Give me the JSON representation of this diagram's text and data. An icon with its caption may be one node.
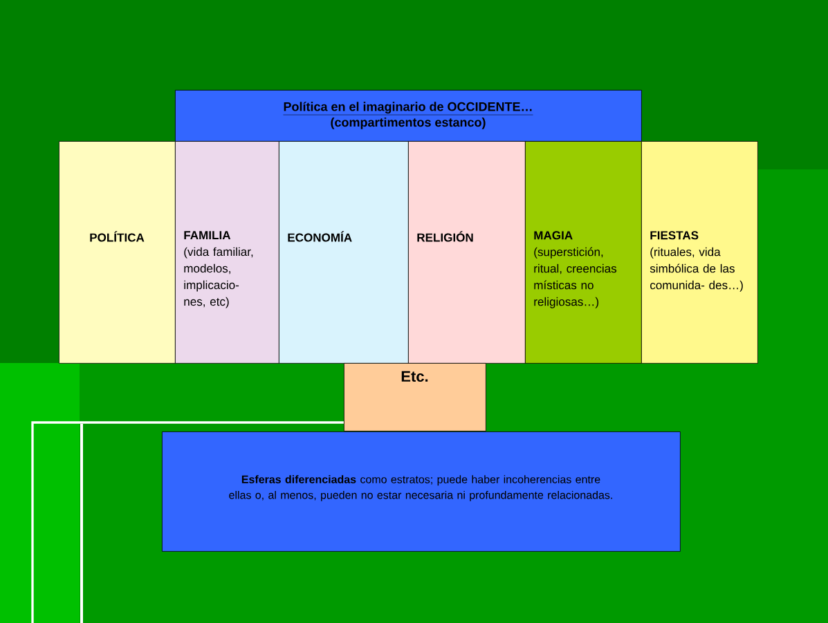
{
  "diagram": {
    "nodes": [
      {
        "text": [
          "Política en el imaginario de OCCIDENTE…",
          "(compartimentos estanco)"
        ]
      },
      {
        "text": [
          "POLÍTICA"
        ]
      },
      {
        "text": [
          "FAMILIA",
          "(vida familiar, modelos, implicacio- nes, etc)"
        ]
      },
      {
        "text": [
          "ECONOMÍA"
        ]
      },
      {
        "text": [
          "RELIGIÓN"
        ]
      },
      {
        "text": [
          "MAGIA",
          "(superstición, ritual, creencias místicas no religiosas…)"
        ]
      },
      {
        "text": [
          "FIESTAS",
          "(rituales, vida simbólica de las comunida- des…)"
        ]
      },
      {
        "text": [
          "Etc."
        ]
      },
      {
        "text": [
          "**Esferas diferenciadas** como estratos; puede haber incoherencias entre ellas o, al menos,  pueden no estar necesaria ni profundamente relacionadas."
        ]
      }
    ]
  }
}
